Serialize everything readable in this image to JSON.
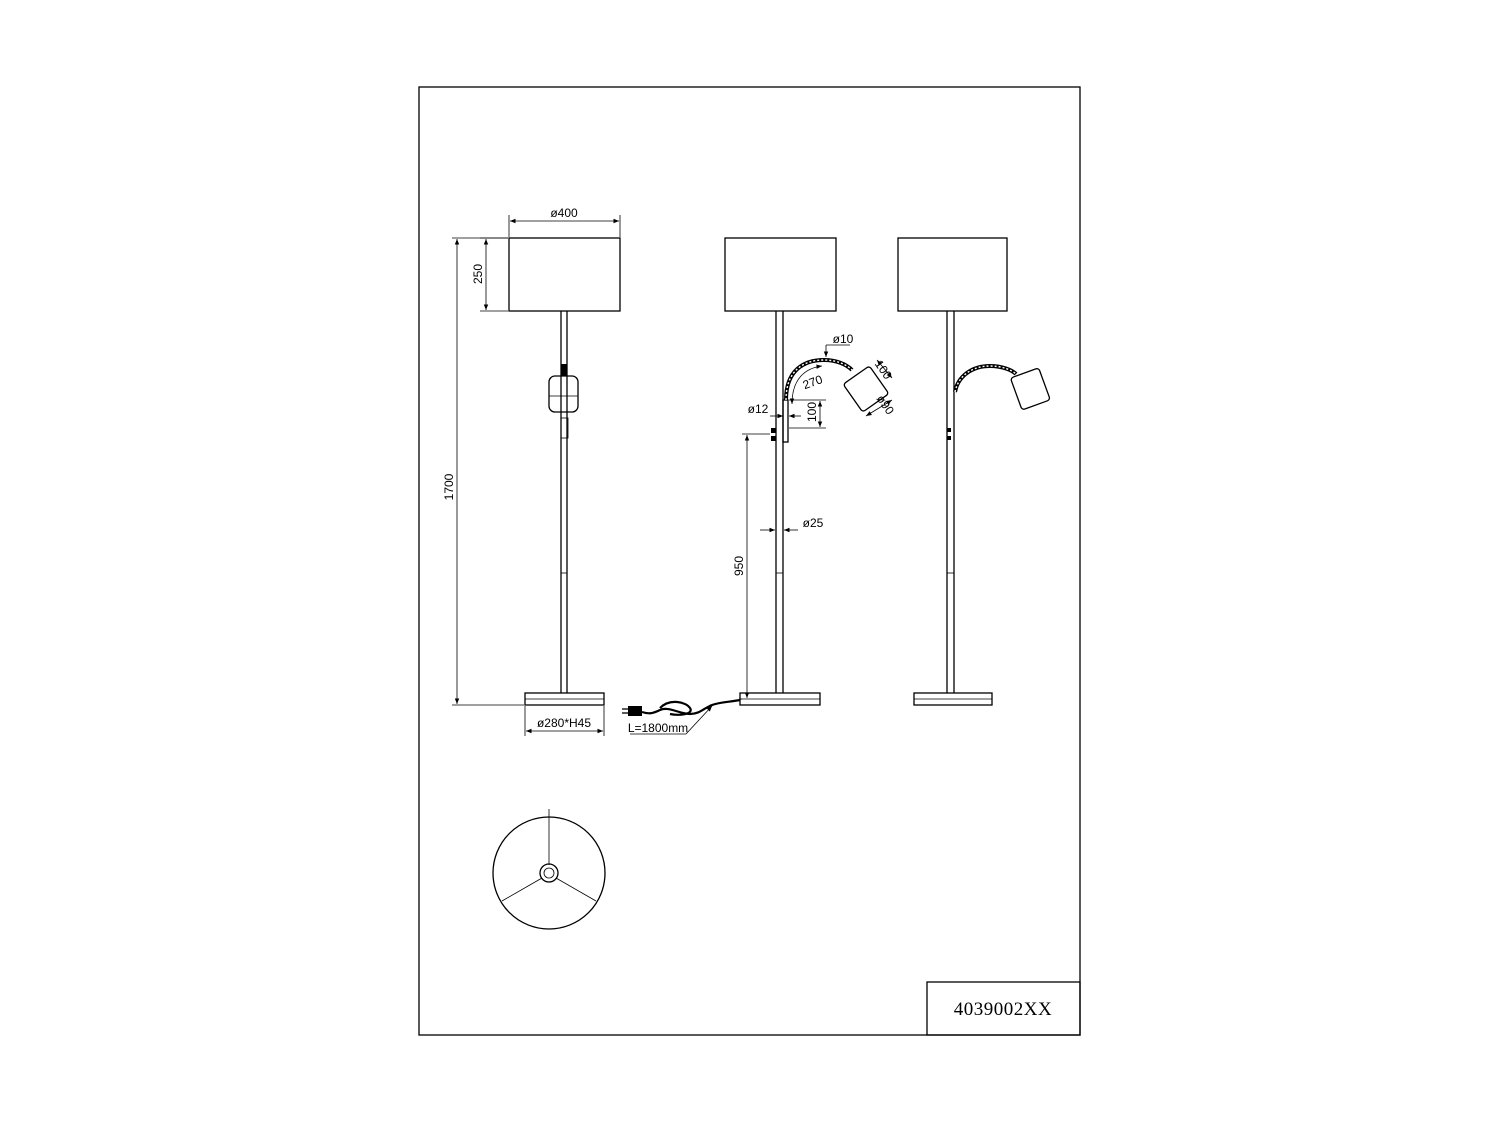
{
  "drawing": {
    "product_code": "4039002XX",
    "dimensions": {
      "shade_diameter": "ø400",
      "shade_height": "250",
      "total_height": "1700",
      "base": "ø280*H45",
      "cable_length": "L=1800mm",
      "reading_arm_tube": "ø10",
      "reading_arm_length": "270",
      "spot_height": "100",
      "spot_diameter": "ø90",
      "arm_connector": "ø12",
      "arm_connector_height": "100",
      "pole_diameter": "ø25",
      "switch_height": "950"
    }
  }
}
